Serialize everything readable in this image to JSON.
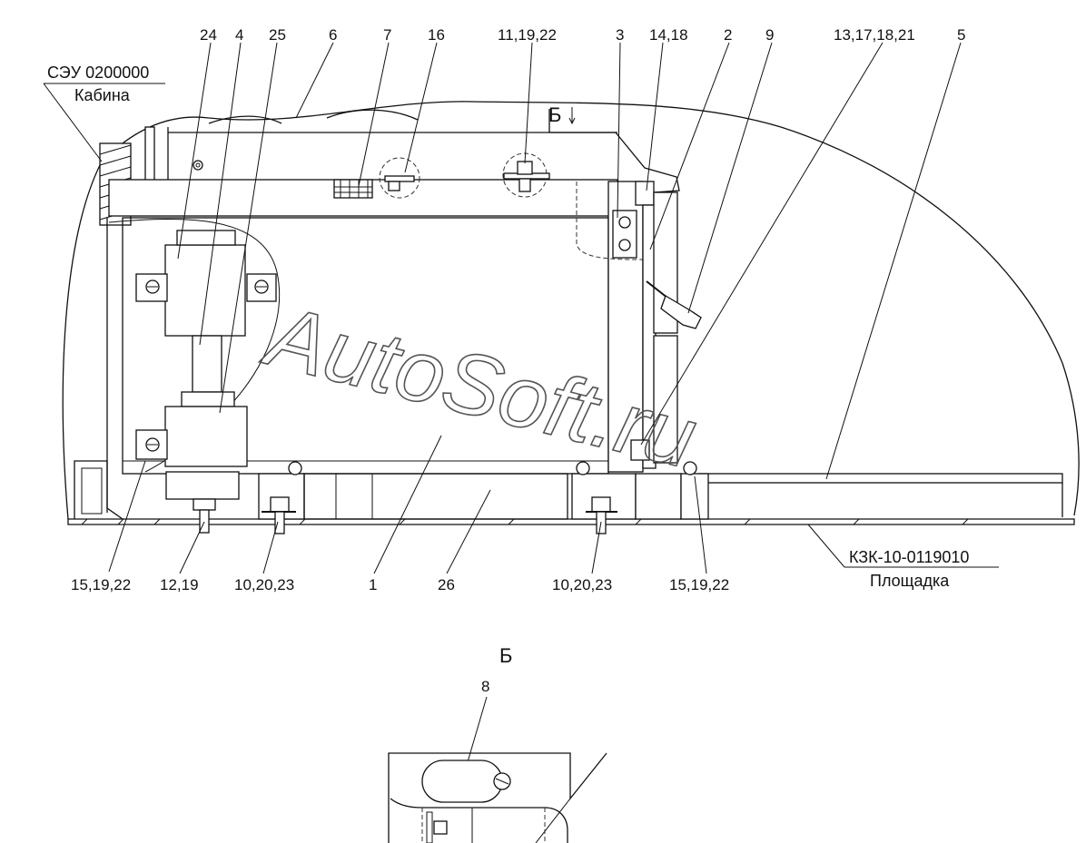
{
  "title_refs": {
    "cabin_code": "СЭУ 0200000",
    "cabin_name": "Кабина",
    "platform_code": "КЗК-10-0119010",
    "platform_name": "Площадка"
  },
  "view_marker": "Б",
  "view_title": "Б",
  "watermark": "AutoSoft.ru",
  "callouts_top": [
    "24",
    "4",
    "25",
    "6",
    "7",
    "16",
    "11,19,22",
    "3",
    "14,18",
    "2",
    "9",
    "13,17,18,21",
    "5"
  ],
  "callouts_bottom": [
    "15,19,22",
    "12,19",
    "10,20,23",
    "1",
    "26",
    "10,20,23",
    "15,19,22"
  ],
  "callout_view": "8"
}
